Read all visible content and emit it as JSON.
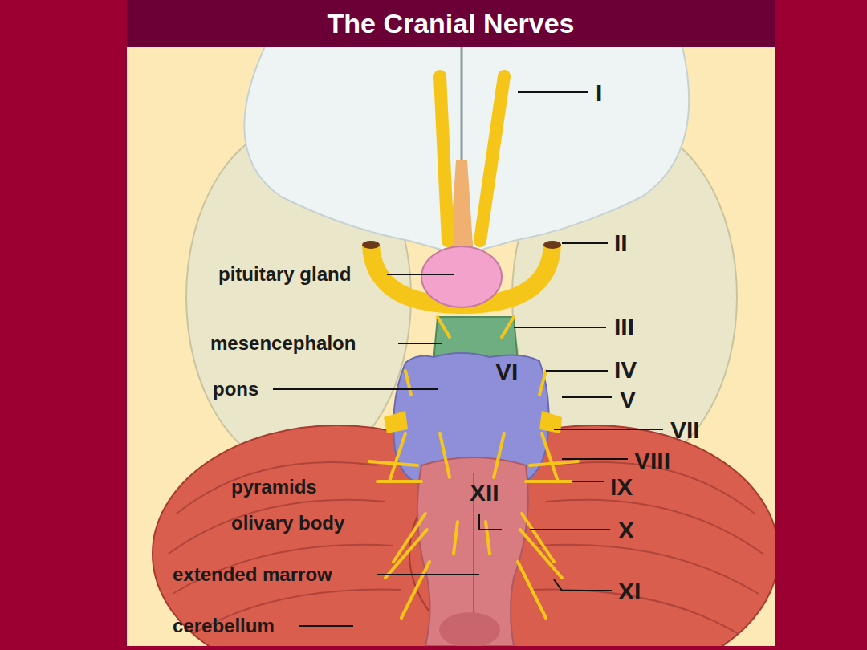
{
  "diagram": {
    "title": "The Cranial Nerves",
    "labels": [
      "I",
      "II",
      "pituitary gland",
      "III",
      "mesencephalon",
      "VI",
      "IV",
      "pons",
      "V",
      "VII",
      "VIII",
      "IX",
      "pyramids",
      "XII",
      "olivary body",
      "X",
      "extended marrow",
      "XI",
      "cerebellum"
    ]
  }
}
